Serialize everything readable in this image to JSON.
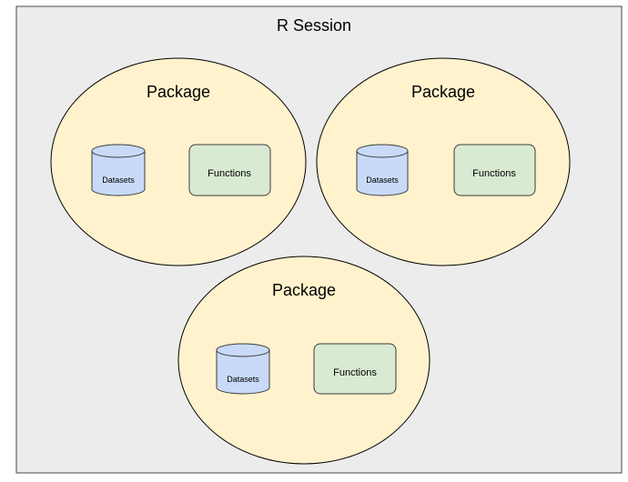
{
  "session": {
    "title": "R Session"
  },
  "packages": [
    {
      "title": "Package",
      "datasets_label": "Datasets",
      "functions_label": "Functions"
    },
    {
      "title": "Package",
      "datasets_label": "Datasets",
      "functions_label": "Functions"
    },
    {
      "title": "Package",
      "datasets_label": "Datasets",
      "functions_label": "Functions"
    }
  ],
  "colors": {
    "session_fill": "#ececec",
    "session_stroke": "#4a4a4a",
    "package_fill": "#fff2cc",
    "package_stroke": "#000000",
    "datasets_fill": "#c9daf8",
    "functions_fill": "#d9ead3",
    "shape_stroke": "#3c3c3c"
  }
}
